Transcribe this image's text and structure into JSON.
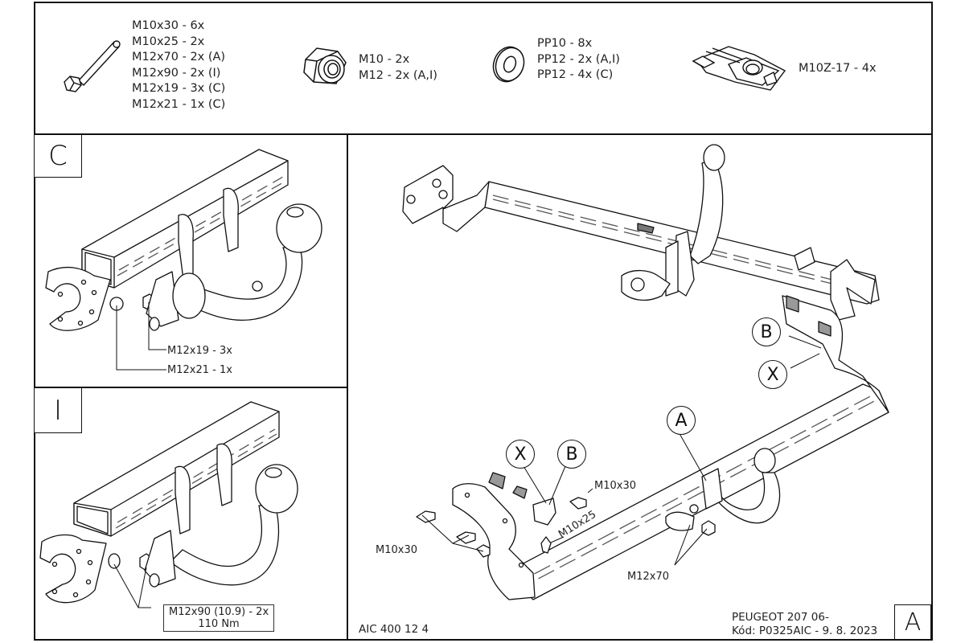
{
  "header": {
    "bolts": {
      "icon": "hex-bolt-icon",
      "items": [
        "M10x30 - 6x",
        "M10x25 - 2x",
        "M12x70 - 2x (A)",
        "M12x90 - 2x (I)",
        "M12x19 - 3x (C)",
        "M12x21 - 1x (C)"
      ]
    },
    "nuts": {
      "icon": "hex-nut-icon",
      "items": [
        "M10 - 2x",
        "M12 - 2x (A,I)"
      ]
    },
    "washers": {
      "icon": "washer-icon",
      "items": [
        "PP10 - 8x",
        "PP12 - 2x (A,I)",
        "PP12 - 4x (C)"
      ]
    },
    "clips": {
      "icon": "cage-nut-clip-icon",
      "items": [
        "M10Z-17 - 4x"
      ]
    }
  },
  "panel_c": {
    "label": "C",
    "callouts": [
      "M12x19 - 3x",
      "M12x21 - 1x"
    ]
  },
  "panel_i": {
    "label": "I",
    "torque_box": [
      "M12x90 (10.9) - 2x",
      "110 Nm"
    ]
  },
  "panel_a": {
    "label": "A",
    "tags": {
      "b_top": "B",
      "x_top": "X",
      "a": "A",
      "x_left": "X",
      "b_left": "B"
    },
    "callouts": {
      "m10x30_right": "M10x30",
      "m10x25": "M10x25",
      "m10x30_left": "M10x30",
      "m12x70": "M12x70"
    }
  },
  "footer": {
    "part_number": "AIC 400 12 4",
    "vehicle": "PEUGEOT 207  06-",
    "code": "Kód: P0325AIC -  9. 8. 2023"
  }
}
